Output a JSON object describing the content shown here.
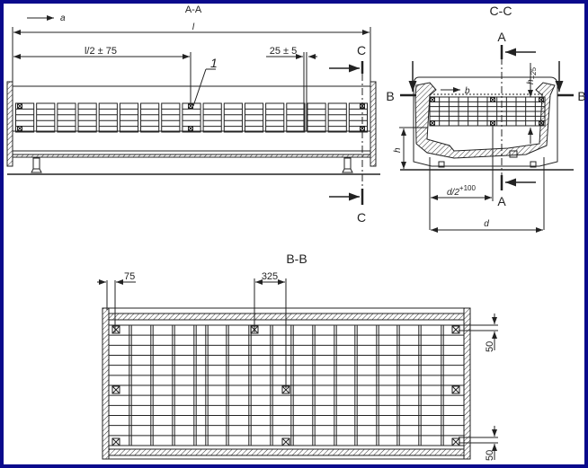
{
  "section_aa": {
    "title": "A-A",
    "direction_label": "a",
    "dim_length": "l",
    "dim_half_length": "l/2 ± 75",
    "dim_gap": "25 ± 5",
    "callout": "1",
    "section_mark": "C"
  },
  "section_cc": {
    "title": "C-C",
    "section_mark_a": "A",
    "section_mark_b": "B",
    "direction_label": "b",
    "dim_height_offset": "h",
    "dim_height_offset_sub": "−25",
    "dim_height": "h",
    "dim_half_width": "d/2",
    "dim_half_width_sup": "+100",
    "dim_width": "d"
  },
  "section_bb": {
    "title": "B-B",
    "dim_edge": "75",
    "dim_spacing": "325",
    "dim_top": "50",
    "dim_bottom": "50"
  },
  "colors": {
    "frame": "#0a0a8c",
    "line": "#222222"
  }
}
